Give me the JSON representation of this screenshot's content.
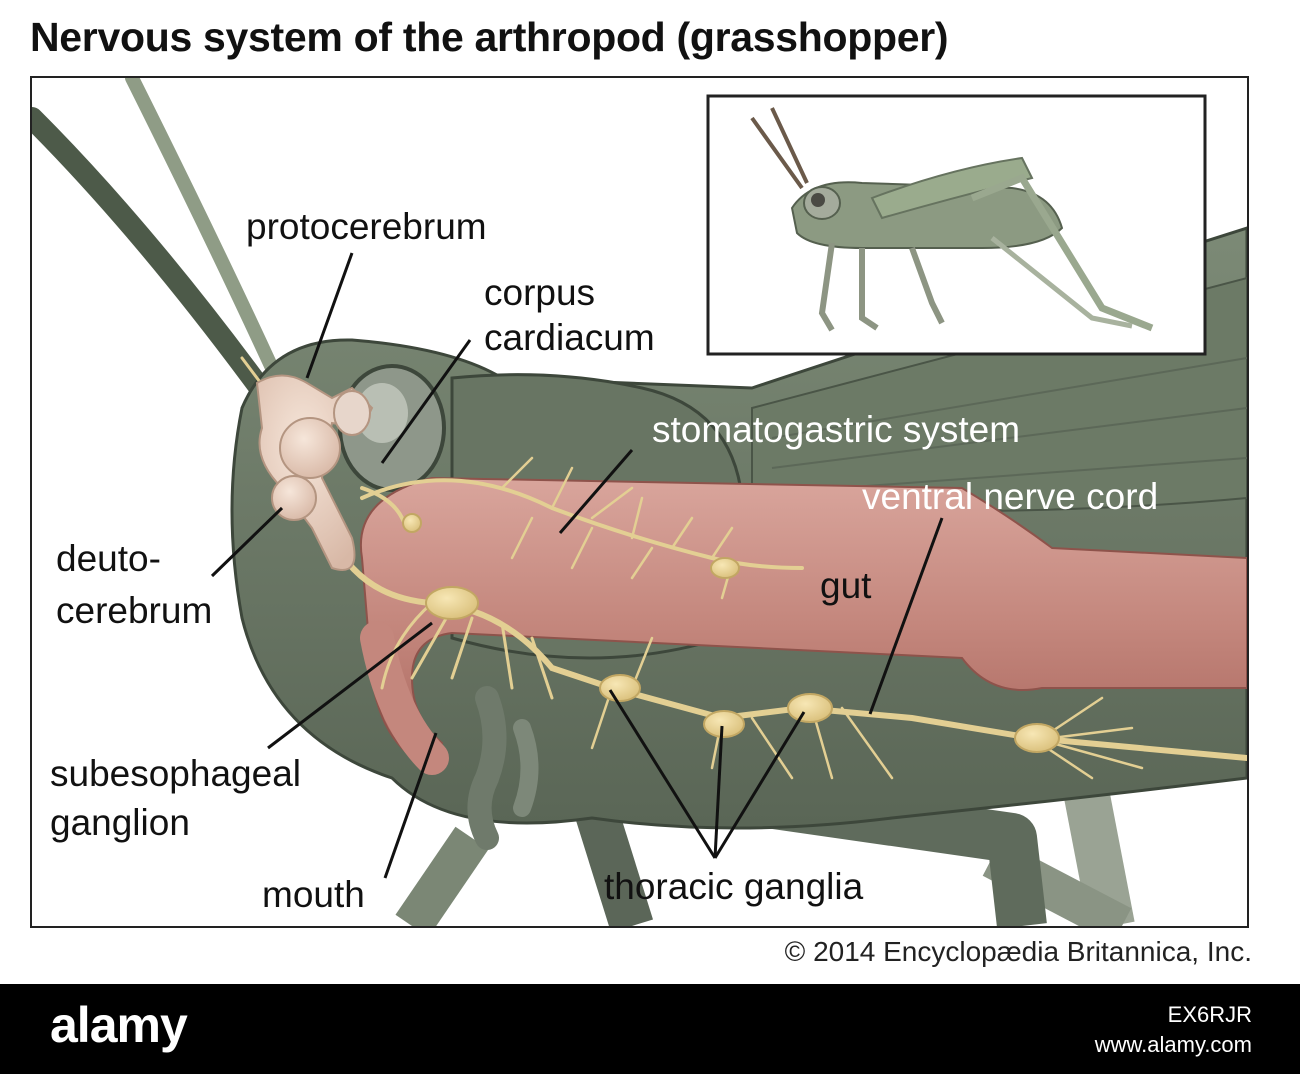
{
  "title": "Nervous system of the arthropod (grasshopper)",
  "labels": {
    "protocerebrum": "protocerebrum",
    "corpus_line1": "corpus",
    "corpus_line2": "cardiacum",
    "stomatogastric": "stomatogastric system",
    "ventral": "ventral nerve cord",
    "gut": "gut",
    "deuto_line1": "deuto-",
    "deuto_line2": "cerebrum",
    "subeso_line1": "subesophageal",
    "subeso_line2": "ganglion",
    "mouth": "mouth",
    "thoracic": "thoracic ganglia"
  },
  "copyright": "© 2014 Encyclopædia Britannica, Inc.",
  "footer": {
    "brand": "alamy",
    "image_id": "EX6RJR",
    "site": "www.alamy.com"
  },
  "colors": {
    "body_green": "#6f7d6a",
    "dark_green": "#4e5a4c",
    "gut_pink": "#c98c83",
    "nerve_yellow": "#e8d49a",
    "brain_pink": "#e9cfc0"
  }
}
